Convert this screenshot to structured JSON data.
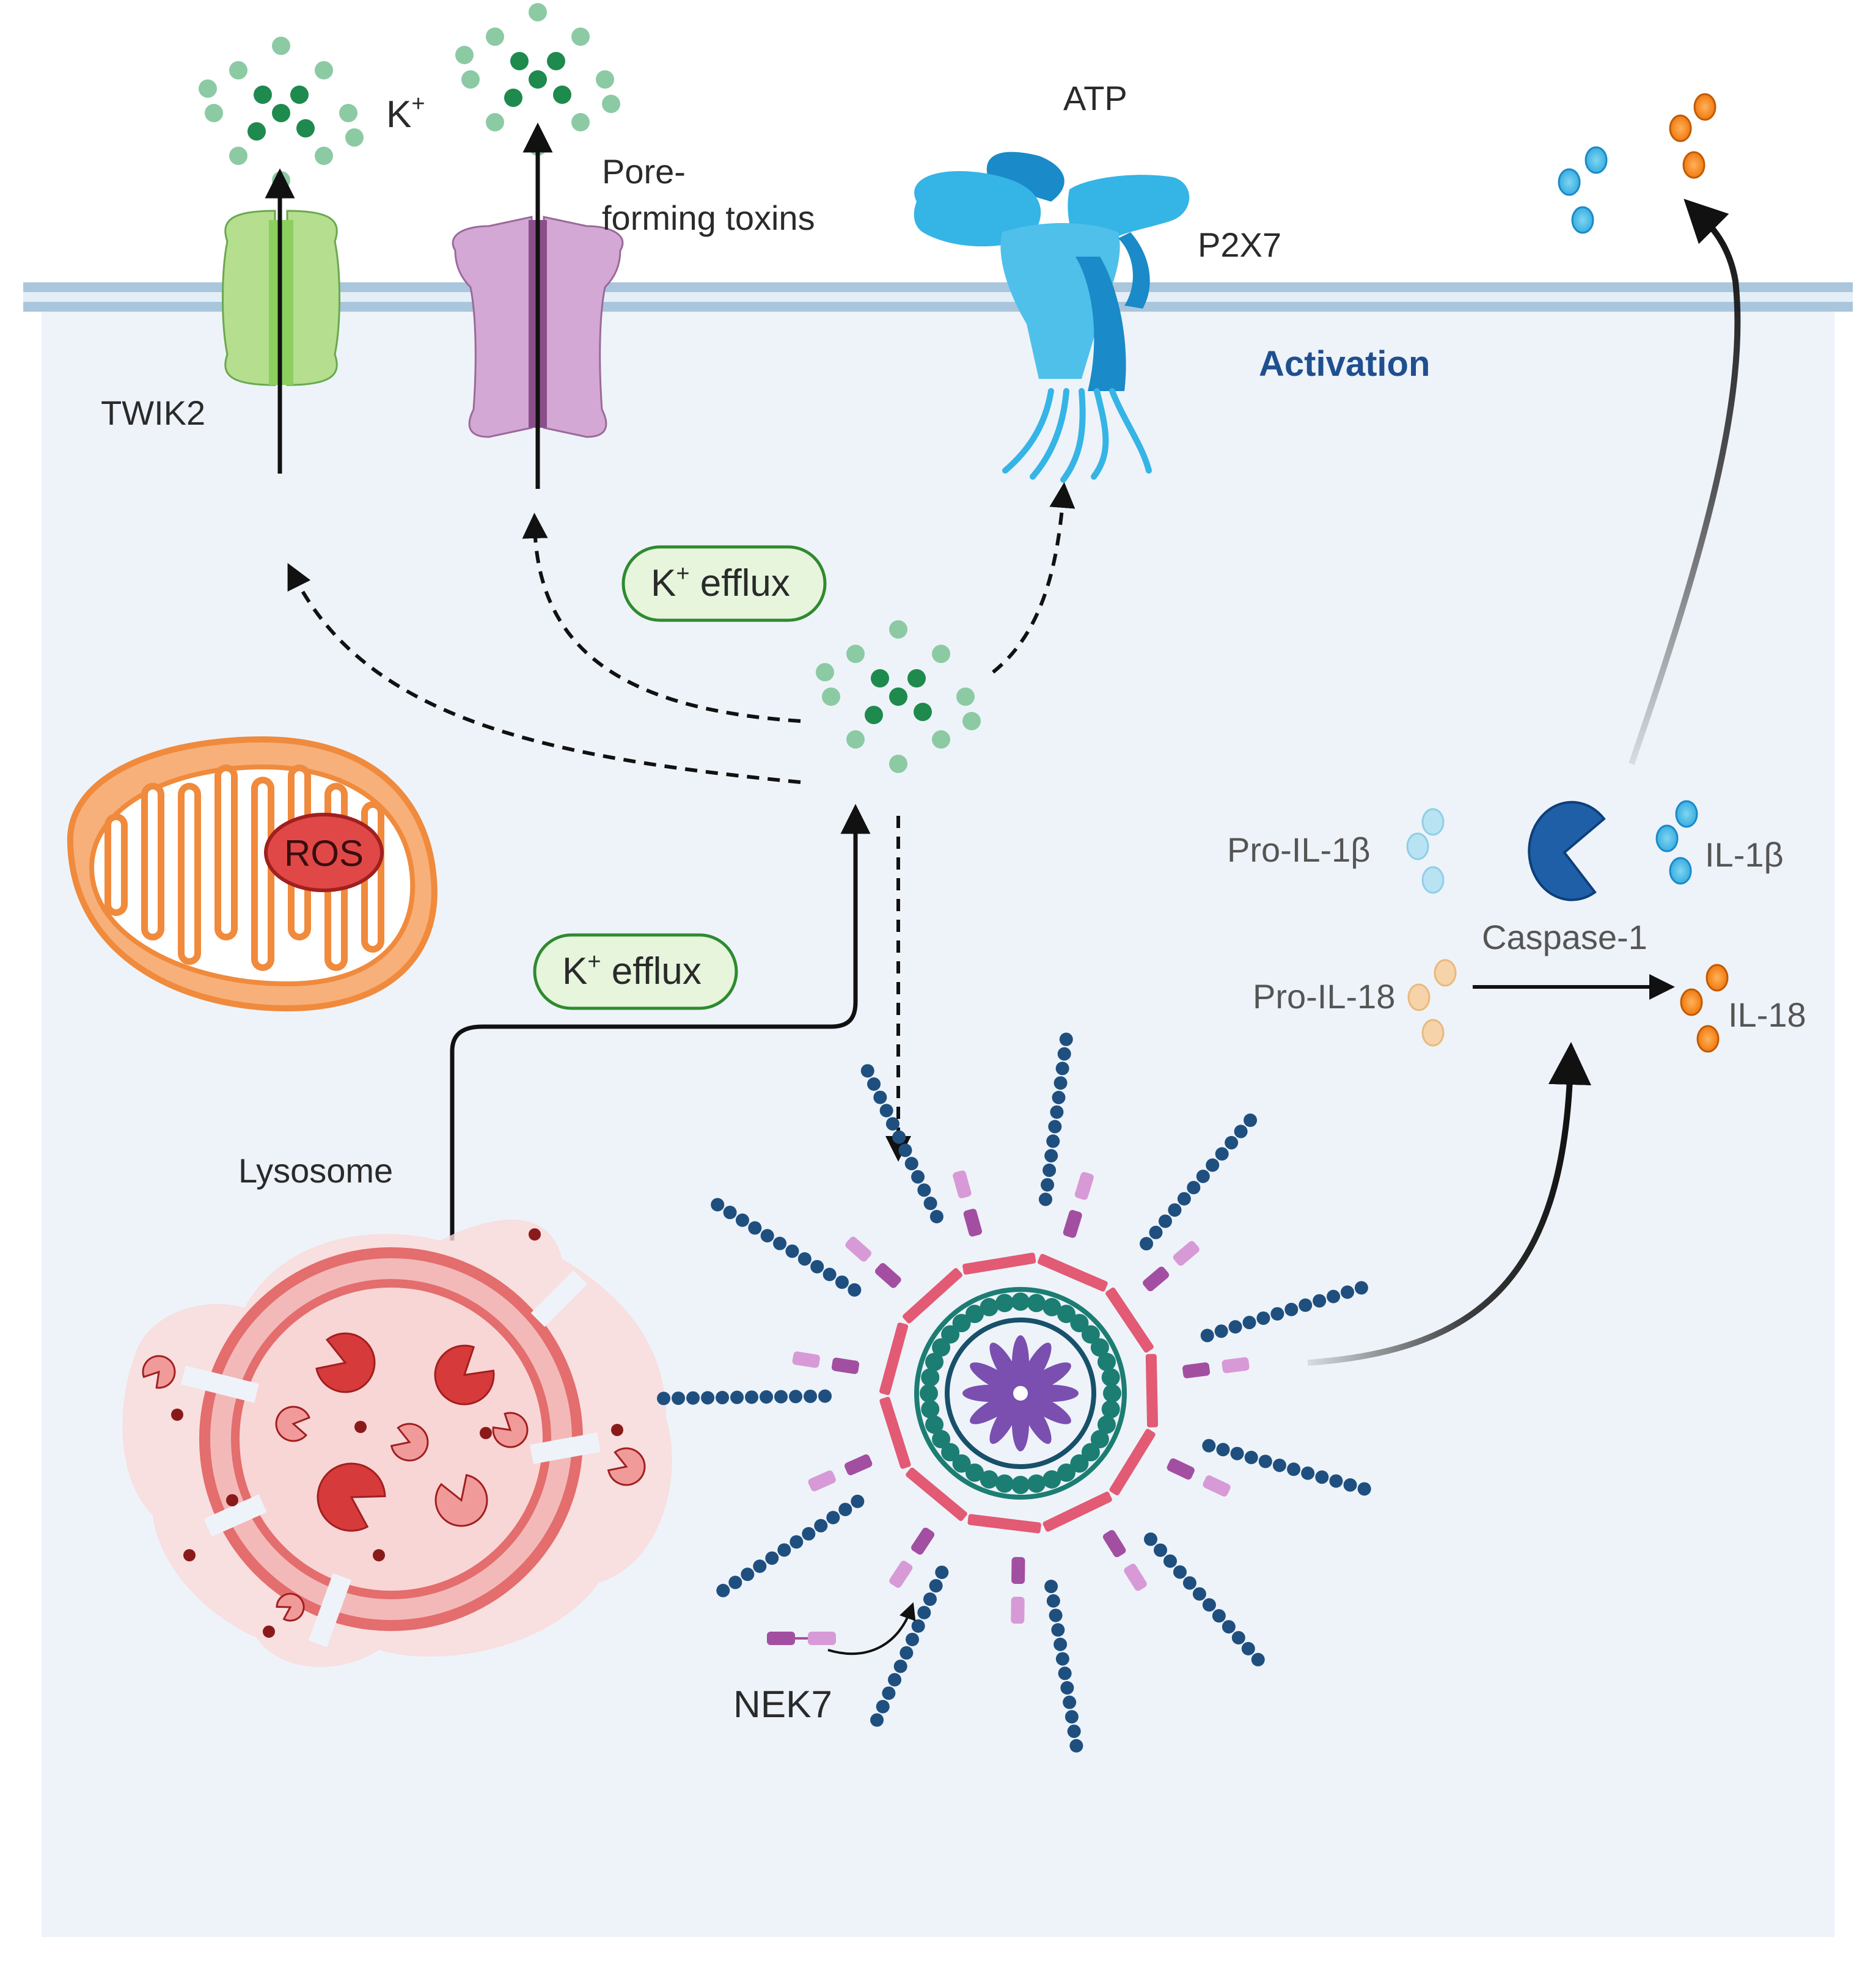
{
  "labels": {
    "k_plus": "K",
    "k_plus_sup": "+",
    "pore_forming_line1": "Pore-",
    "pore_forming_line2": "forming toxins",
    "atp": "ATP",
    "p2x7": "P2X7",
    "twik2": "TWIK2",
    "activation": "Activation",
    "k_efflux_top_k": "K",
    "k_efflux_top_sup": "+",
    "k_efflux_top_text": " efflux",
    "k_efflux_bottom_k": "K",
    "k_efflux_bottom_sup": "+",
    "k_efflux_bottom_text": " efflux",
    "ros": "ROS",
    "lysosome": "Lysosome",
    "nek7": "NEK7",
    "pro_il1b": "Pro-IL-1β",
    "pro_il18": "Pro-IL-18",
    "il1b": "IL-1β",
    "il18": "IL-18",
    "caspase1": "Caspase-1"
  },
  "colors": {
    "cell_background": "#eef3f9",
    "membrane": "#a9c6dd",
    "potassium_dark": "#1e8a4e",
    "potassium_light": "#8ccaa4",
    "twik2_channel": "#b5de8f",
    "pore_toxin": "#c99cc9",
    "p2x7_receptor": "#3aaee0",
    "efflux_badge_fill": "#e6f5dc",
    "efflux_badge_stroke": "#2f8a2f",
    "mitochondrion": "#f08a3c",
    "ros": "#e04848",
    "lysosome": "#e46d6d",
    "inflammasome_nlrp3": "#1f4f7f",
    "inflammasome_asc": "#e25a74",
    "inflammasome_core": "#1c7d73",
    "caspase1": "#1f5fa8",
    "il1b": "#56c4e6",
    "il18": "#f28a1c",
    "nek7": "#a24fa2"
  }
}
